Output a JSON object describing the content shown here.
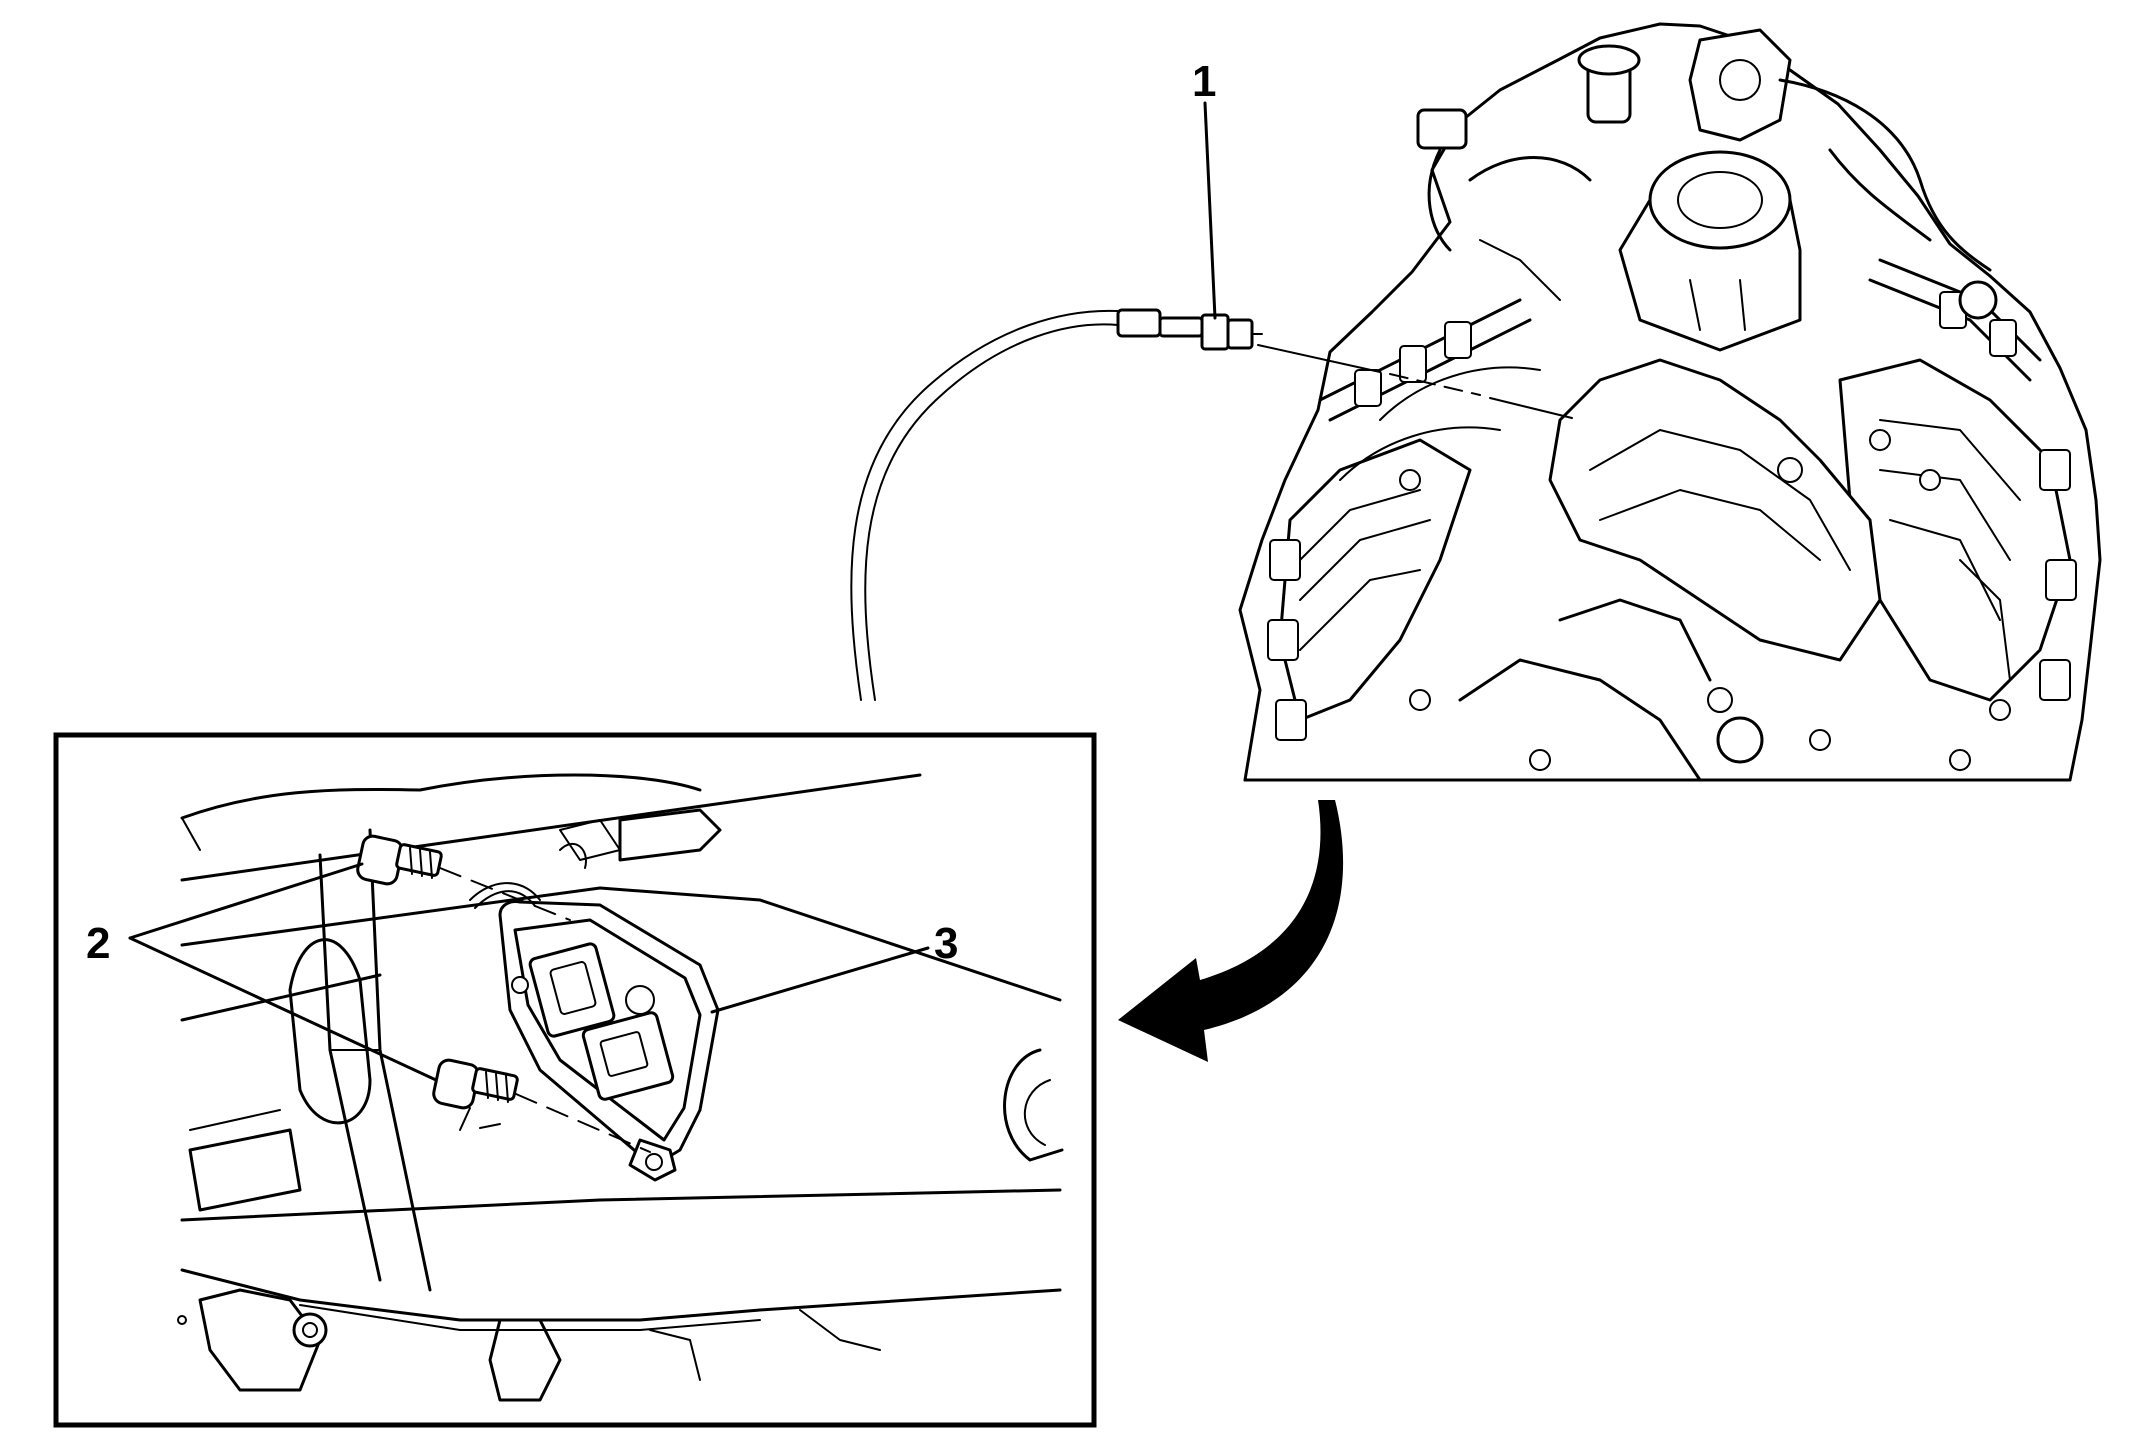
{
  "illustration": {
    "callouts": {
      "label_1": "1",
      "label_2": "2",
      "label_3": "3"
    },
    "colors": {
      "line": "#000000",
      "background": "#ffffff"
    },
    "icons": [
      "curved-arrow-icon"
    ]
  }
}
